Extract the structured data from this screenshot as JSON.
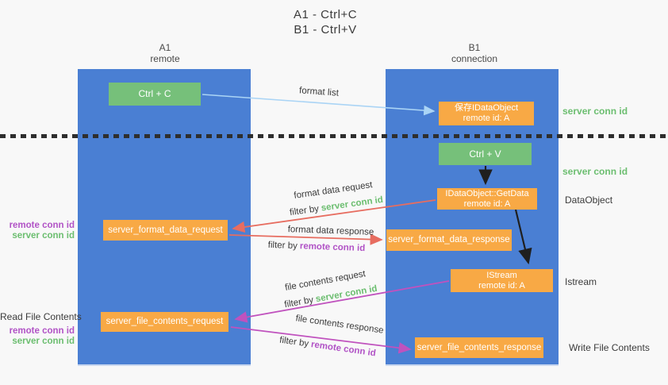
{
  "colors": {
    "background": "#f8f8f8",
    "column_blue": "#4a7fd3",
    "box_green": "#76c07a",
    "box_orange": "#f8a945",
    "arrow_light_blue": "#aad4f5",
    "arrow_red": "#e76d60",
    "arrow_purple": "#c052be",
    "arrow_black": "#1f1f1f",
    "text_green": "#6cbe70",
    "text_purple": "#b153c6",
    "text_dark": "#3b3b3b"
  },
  "title": {
    "line1": "A1 - Ctrl+C",
    "line2": "B1 - Ctrl+V"
  },
  "lifelines": {
    "left": {
      "name": "A1",
      "role": "remote"
    },
    "right": {
      "name": "B1",
      "role": "connection"
    }
  },
  "nodes": {
    "ctrl_c": {
      "label": "Ctrl + C"
    },
    "ctrl_v": {
      "label": "Ctrl + V"
    },
    "save_dataobject": {
      "line1": "保存IDataObject",
      "line2": "remote id: A"
    },
    "getdata": {
      "line1": "IDataObject::GetData",
      "line2": "remote id: A"
    },
    "istream": {
      "line1": "IStream",
      "line2": "remote id: A"
    },
    "server_format_data_request": {
      "label": "server_format_data_request"
    },
    "server_format_data_response": {
      "label": "server_format_data_response"
    },
    "server_file_contents_request": {
      "label": "server_file_contents_request"
    },
    "server_file_contents_response": {
      "label": "server_file_contents_response"
    }
  },
  "arrows": {
    "format_list": {
      "label": "format list"
    },
    "format_data_request": {
      "label": "format data request",
      "filter_prefix": "filter by",
      "filter_key": "server conn id"
    },
    "format_data_response": {
      "label": "format data response",
      "filter_prefix": "filter by",
      "filter_key": "remote conn id"
    },
    "file_contents_request": {
      "label": "file contents request",
      "filter_prefix": "filter by",
      "filter_key": "server conn id"
    },
    "file_contents_response": {
      "label": "file contents response",
      "filter_prefix": "filter by",
      "filter_key": "remote conn id"
    }
  },
  "side_labels": {
    "right_server_conn_id_top": "server conn id",
    "right_server_conn_id_mid": "server conn id",
    "dataobject": "DataObject",
    "istream": "Istream",
    "write_file_contents": "Write File Contents",
    "left_remote_conn_id_format": "remote conn id",
    "left_server_conn_id_format": "server conn id",
    "read_file_contents": "Read File Contents",
    "left_remote_conn_id_file": "remote conn id",
    "left_server_conn_id_file": "server conn id"
  }
}
